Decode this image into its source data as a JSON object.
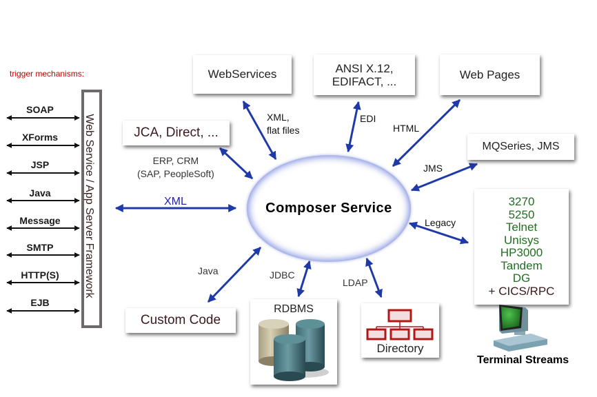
{
  "trigger": {
    "title": "trigger mechanisms:",
    "items": [
      "SOAP",
      "XForms",
      "JSP",
      "Java",
      "Message",
      "SMTP",
      "HTTP(S)",
      "EJB"
    ]
  },
  "framework": {
    "label": "Web Service / App Server Framework"
  },
  "center": {
    "label": "Composer Service"
  },
  "nodes": {
    "webservices": "WebServices",
    "ansi_line1": "ANSI X.12,",
    "ansi_line2": "EDIFACT, ...",
    "webpages": "Web Pages",
    "jca": "JCA, Direct, ...",
    "mqseries": "MQSeries, JMS",
    "custom_code": "Custom Code",
    "rdbms": "RDBMS",
    "directory": "Directory",
    "legacy_items": [
      "3270",
      "5250",
      "Telnet",
      "Unisys",
      "HP3000",
      "Tandem",
      "DG"
    ],
    "legacy_extra": "+ CICS/RPC",
    "terminal": "Terminal Streams"
  },
  "edges": {
    "xml_main": "XML",
    "xml_flat_line1": "XML,",
    "xml_flat_line2": "flat files",
    "edi": "EDI",
    "html": "HTML",
    "erp_line1": "ERP, CRM",
    "erp_line2": "(SAP, PeopleSoft)",
    "jms": "JMS",
    "legacy": "Legacy",
    "java": "Java",
    "jdbc": "JDBC",
    "ldap": "LDAP"
  },
  "colors": {
    "arrow": "#1f3aa8",
    "trigger_title": "#c00000",
    "legacy_text": "#1f6f1f",
    "directory_red": "#b01818"
  }
}
